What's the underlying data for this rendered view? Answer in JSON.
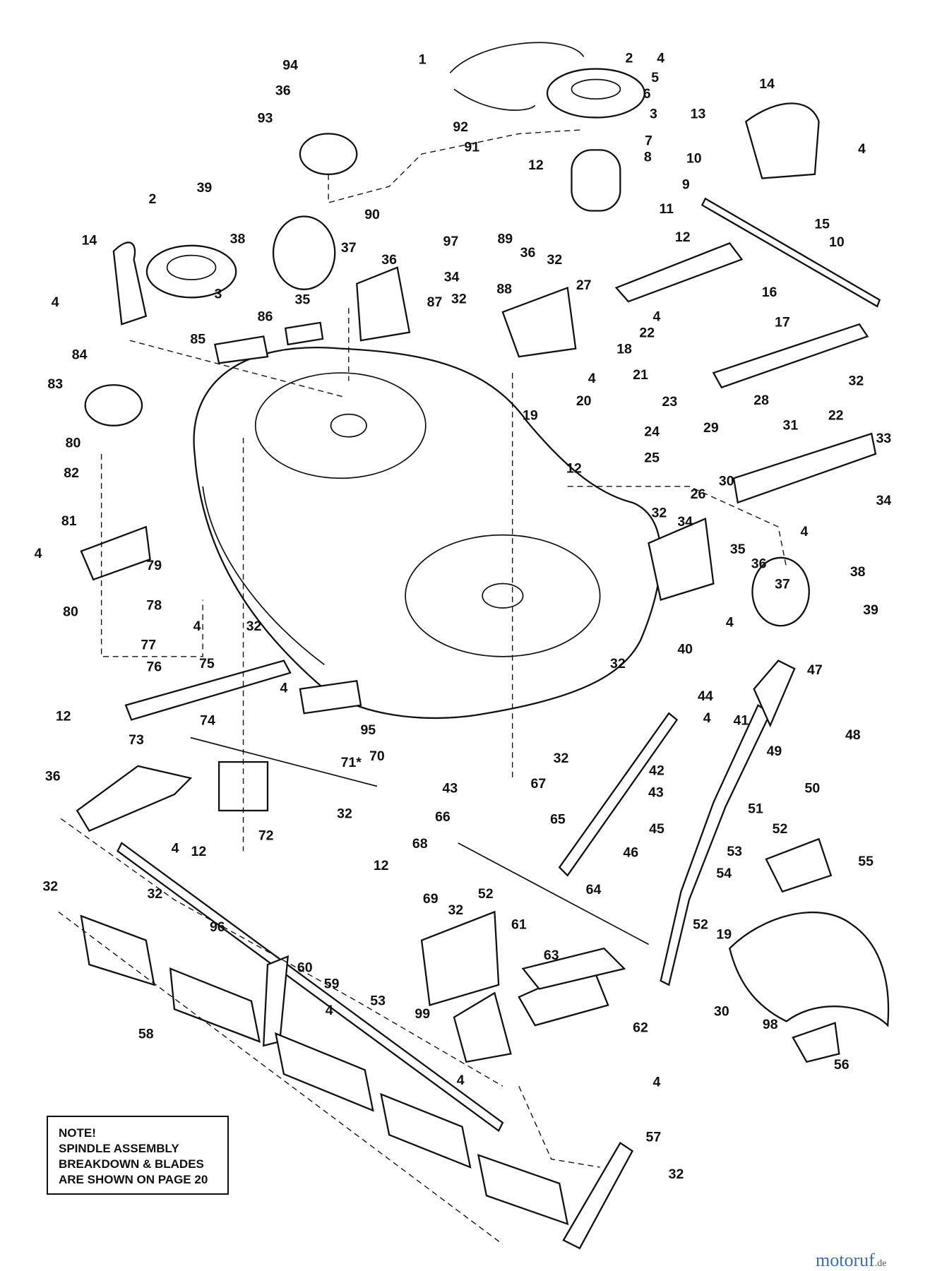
{
  "diagram": {
    "part_labels": [
      "1",
      "2",
      "94",
      "36",
      "4",
      "5",
      "6",
      "13",
      "3",
      "14",
      "4",
      "93",
      "92",
      "91",
      "7",
      "8",
      "9",
      "10",
      "12",
      "2",
      "39",
      "90",
      "89",
      "11",
      "12",
      "15",
      "10",
      "14",
      "38",
      "37",
      "36",
      "97",
      "36",
      "32",
      "3",
      "34",
      "88",
      "16",
      "35",
      "87",
      "32",
      "4",
      "86",
      "17",
      "27",
      "4",
      "85",
      "18",
      "22",
      "4",
      "21",
      "20",
      "23",
      "28",
      "32",
      "84",
      "19",
      "12",
      "24",
      "29",
      "31",
      "22",
      "33",
      "83",
      "25",
      "26",
      "30",
      "80",
      "82",
      "34",
      "32",
      "34",
      "81",
      "35",
      "4",
      "4",
      "36",
      "37",
      "38",
      "79",
      "80",
      "78",
      "32",
      "4",
      "77",
      "76",
      "4",
      "39",
      "32",
      "40",
      "75",
      "47",
      "4",
      "44",
      "74",
      "12",
      "4",
      "41",
      "95",
      "48",
      "73",
      "71*",
      "70",
      "49",
      "36",
      "32",
      "42",
      "43",
      "43",
      "67",
      "50",
      "32",
      "66",
      "65",
      "51",
      "72",
      "68",
      "52",
      "45",
      "4",
      "12",
      "53",
      "55",
      "46",
      "12",
      "54",
      "32",
      "32",
      "52",
      "64",
      "69",
      "32",
      "52",
      "19",
      "61",
      "96",
      "63",
      "60",
      "59",
      "53",
      "99",
      "4",
      "30",
      "98",
      "62",
      "58",
      "4",
      "4",
      "56",
      "57",
      "32"
    ]
  },
  "note": {
    "lines": [
      "NOTE!",
      "SPINDLE ASSEMBLY",
      "BREAKDOWN & BLADES",
      "ARE SHOWN ON PAGE 20"
    ]
  },
  "watermark": {
    "text": "motoruf",
    "suffix": ".de"
  }
}
